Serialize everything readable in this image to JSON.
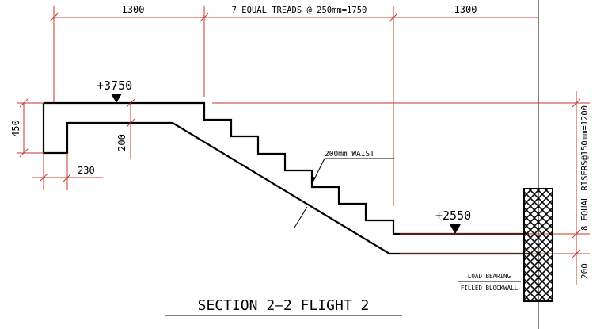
{
  "dimensions": {
    "top_left": "1300",
    "top_middle": "7 EQUAL TREADS @ 250mm=1750",
    "top_right": "1300",
    "left_height": "450",
    "slab_thickness": "200",
    "left_width": "230",
    "right_risers": "8 EQUAL RISERS@150mm=1200",
    "right_bottom": "200"
  },
  "levels": {
    "upper": "+3750",
    "lower": "+2550"
  },
  "annotations": {
    "waist": "200mm WAIST",
    "wall_line1": "LOAD BEARING",
    "wall_line2": "FILLED BLOCKWALL"
  },
  "title": "SECTION 2—2 FLIGHT 2",
  "colors": {
    "dimension_line": "#c0392b",
    "object_line": "#000000",
    "background": "#ffffff"
  }
}
